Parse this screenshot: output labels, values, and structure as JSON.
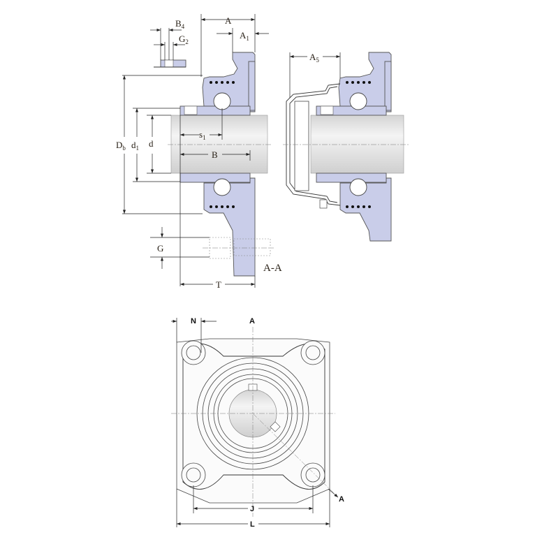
{
  "drawing": {
    "section_view": {
      "labels": {
        "A": "A",
        "A1": "A",
        "A1_sub": "1",
        "B4": "B",
        "B4_sub": "4",
        "G2": "G",
        "G2_sub": "2",
        "Db": "D",
        "Db_sub": "b",
        "d1": "d",
        "d1_sub": "1",
        "d": "d",
        "s1": "s",
        "s1_sub": "1",
        "B": "B",
        "G": "G",
        "T": "T",
        "section": "A-A"
      }
    },
    "cap_view": {
      "labels": {
        "A5": "A",
        "A5_sub": "5"
      }
    },
    "front_view": {
      "labels": {
        "N": "N",
        "J": "J",
        "L": "L",
        "section_top": "A",
        "section_bottom": "A"
      }
    },
    "colors": {
      "housing": "#c9cde9",
      "shaft": "#e2e2e2",
      "line": "#333333"
    }
  }
}
